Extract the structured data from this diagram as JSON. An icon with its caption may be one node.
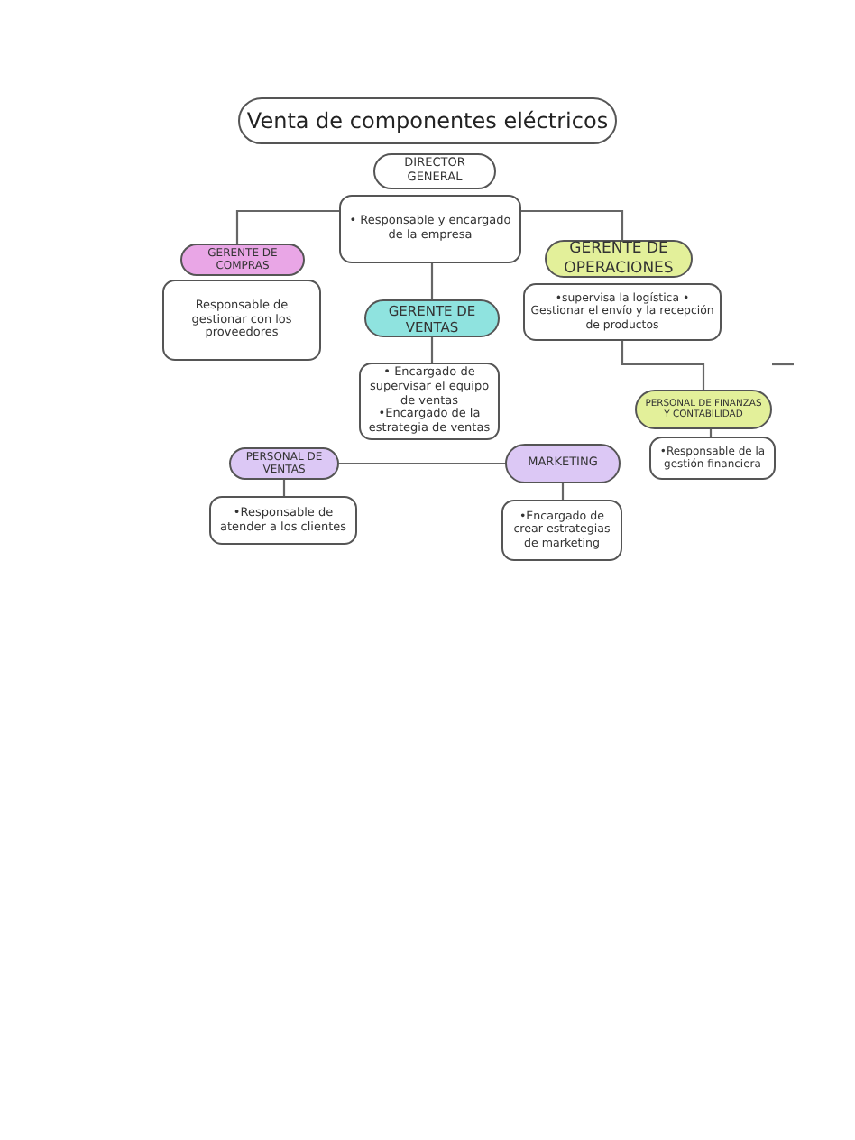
{
  "diagram": {
    "title": "Venta de componentes eléctricos",
    "nodes": [
      {
        "text": [
          "DIRECTOR GENERAL"
        ]
      },
      {
        "text": [
          "• Responsable y encargado de la empresa"
        ]
      },
      {
        "text": [
          "GERENTE DE COMPRAS"
        ]
      },
      {
        "text": [
          "Responsable de gestionar con los proveedores"
        ]
      },
      {
        "text": [
          "GERENTE DE VENTAS"
        ]
      },
      {
        "text": [
          "• Encargado de supervisar el equipo de ventas •Encargado de la estrategia de ventas"
        ]
      },
      {
        "text": [
          "GERENTE DE OPERACIONES"
        ]
      },
      {
        "text": [
          "•supervisa la logística • Gestionar el envío y la recepción de productos"
        ]
      },
      {
        "text": [
          "PERSONAL DE FINANZAS Y CONTABILIDAD"
        ]
      },
      {
        "text": [
          "•Responsable de la gestión financiera"
        ]
      },
      {
        "text": [
          "PERSONAL DE VENTAS"
        ]
      },
      {
        "text": [
          "•Responsable de atender a los clientes"
        ]
      },
      {
        "text": [
          "MARKETING"
        ]
      },
      {
        "text": [
          "•Encargado de crear estrategias de marketing"
        ]
      }
    ],
    "edges": [
      {
        "from": 1,
        "to": 2,
        "arrow": "none"
      },
      {
        "from": 1,
        "to": 4,
        "arrow": "none"
      },
      {
        "from": 1,
        "to": 6,
        "arrow": "none"
      },
      {
        "from": 4,
        "to": 5,
        "arrow": "none"
      },
      {
        "from": 7,
        "to": 8,
        "arrow": "none"
      },
      {
        "from": 8,
        "to": 9,
        "arrow": "none"
      },
      {
        "from": 10,
        "to": 11,
        "arrow": "none"
      },
      {
        "from": 10,
        "to": 12,
        "arrow": "none"
      },
      {
        "from": 12,
        "to": 13,
        "arrow": "none"
      }
    ]
  }
}
